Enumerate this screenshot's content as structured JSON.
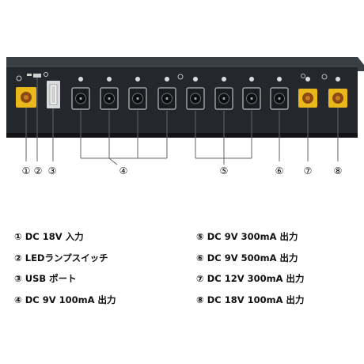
{
  "colors": {
    "device_body": "#24272c",
    "device_top": "#3a3e45",
    "device_bottom": "#121417",
    "yellow_jack": "#e9b81c",
    "black_jack": "#1a1c1f",
    "usb_port": "#d9dadc",
    "led": "#d9dde2",
    "line": "#666666",
    "text": "#111111"
  },
  "callouts": [
    {
      "id": "1",
      "symbol": "①",
      "icon": "dc-18v-yellow-input-jack"
    },
    {
      "id": "2",
      "symbol": "②",
      "icon": "led-switch"
    },
    {
      "id": "3",
      "symbol": "③",
      "icon": "usb-port"
    },
    {
      "id": "4",
      "symbol": "④",
      "icon": "dc-9v-100ma-outputs"
    },
    {
      "id": "5",
      "symbol": "⑤",
      "icon": "dc-9v-300ma-outputs"
    },
    {
      "id": "6",
      "symbol": "⑥",
      "icon": "dc-9v-500ma-output"
    },
    {
      "id": "7",
      "symbol": "⑦",
      "icon": "dc-12v-output"
    },
    {
      "id": "8",
      "symbol": "⑧",
      "icon": "dc-18v-output"
    }
  ],
  "legend": {
    "left": [
      {
        "symbol": "①",
        "text": "DC 18V 入力"
      },
      {
        "symbol": "②",
        "text": "LEDランプスイッチ"
      },
      {
        "symbol": "③",
        "text": "USB ポート"
      },
      {
        "symbol": "④",
        "text": "DC 9V 100mA 出力"
      }
    ],
    "right": [
      {
        "symbol": "⑤",
        "text": "DC 9V 300mA 出力"
      },
      {
        "symbol": "⑥",
        "text": "DC 9V 500mA 出力"
      },
      {
        "symbol": "⑦",
        "text": "DC 12V 300mA 出力"
      },
      {
        "symbol": "⑧",
        "text": "DC 18V 100mA 出力"
      }
    ]
  }
}
